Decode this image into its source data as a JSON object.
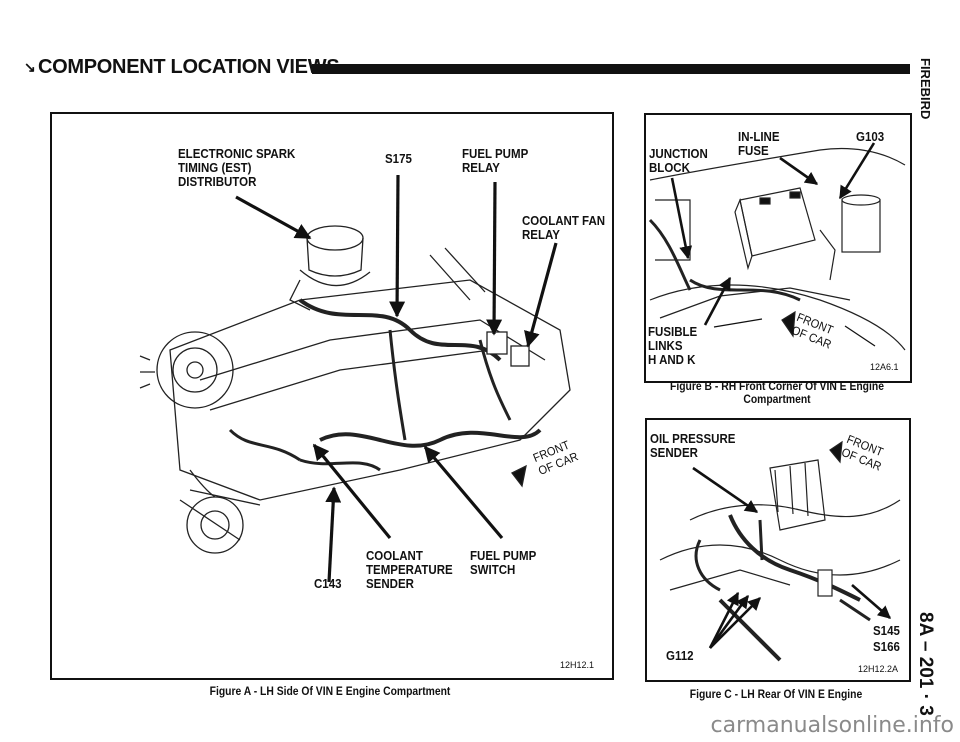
{
  "header": {
    "marker": "↘",
    "title": "COMPONENT LOCATION VIEWS"
  },
  "side": {
    "model": "FIREBIRD",
    "page": "8A – 201 · 3"
  },
  "figureA": {
    "labels": {
      "est": "ELECTRONIC SPARK\nTIMING (EST)\nDISTRIBUTOR",
      "s175": "S175",
      "fuel_pump_relay": "FUEL PUMP\nRELAY",
      "coolant_fan_relay": "COOLANT FAN\nRELAY",
      "coolant_temp": "COOLANT\nTEMPERATURE\nSENDER",
      "c143": "C143",
      "fuel_pump_switch": "FUEL PUMP\nSWITCH",
      "front_of_car": "FRONT\nOF CAR"
    },
    "code": "12H12.1",
    "caption": "Figure A - LH Side Of VIN E Engine Compartment"
  },
  "figureB": {
    "labels": {
      "junction_block": "JUNCTION\nBLOCK",
      "inline_fuse": "IN-LINE\nFUSE",
      "g103": "G103",
      "fusible_links": "FUSIBLE\nLINKS\nH AND K",
      "front_of_car": "FRONT\nOF CAR"
    },
    "code": "12A6.1",
    "caption": "Figure B - RH Front Corner Of VIN E Engine\nCompartment"
  },
  "figureC": {
    "labels": {
      "oil_pressure": "OIL PRESSURE\nSENDER",
      "front_of_car": "FRONT\nOF CAR",
      "s145": "S145",
      "s166": "S166",
      "g112": "G112"
    },
    "code": "12H12.2A",
    "caption": "Figure C - LH Rear Of VIN E Engine"
  },
  "watermark": "carmanualsonline.info"
}
